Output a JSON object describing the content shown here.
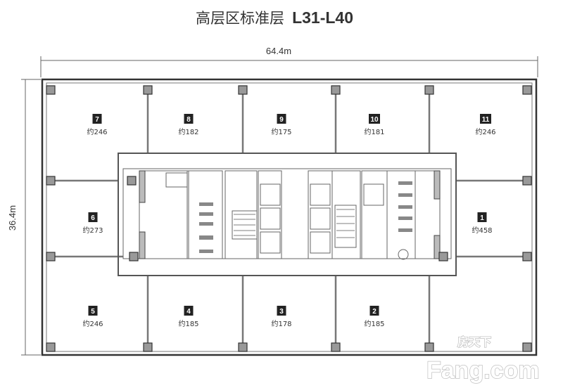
{
  "title": {
    "zh": "高层区标准层",
    "levels": "L31-L40"
  },
  "dimensions": {
    "width": "64.4m",
    "height": "36.4m"
  },
  "area_prefix": "约",
  "units": [
    {
      "number": "7",
      "area": "246"
    },
    {
      "number": "8",
      "area": "182"
    },
    {
      "number": "9",
      "area": "175"
    },
    {
      "number": "10",
      "area": "181"
    },
    {
      "number": "11",
      "area": "246"
    },
    {
      "number": "6",
      "area": "273"
    },
    {
      "number": "1",
      "area": "458"
    },
    {
      "number": "5",
      "area": "246"
    },
    {
      "number": "4",
      "area": "185"
    },
    {
      "number": "3",
      "area": "178"
    },
    {
      "number": "2",
      "area": "185"
    }
  ],
  "watermark": {
    "brand": "Fang.com",
    "zh": "房天下"
  }
}
